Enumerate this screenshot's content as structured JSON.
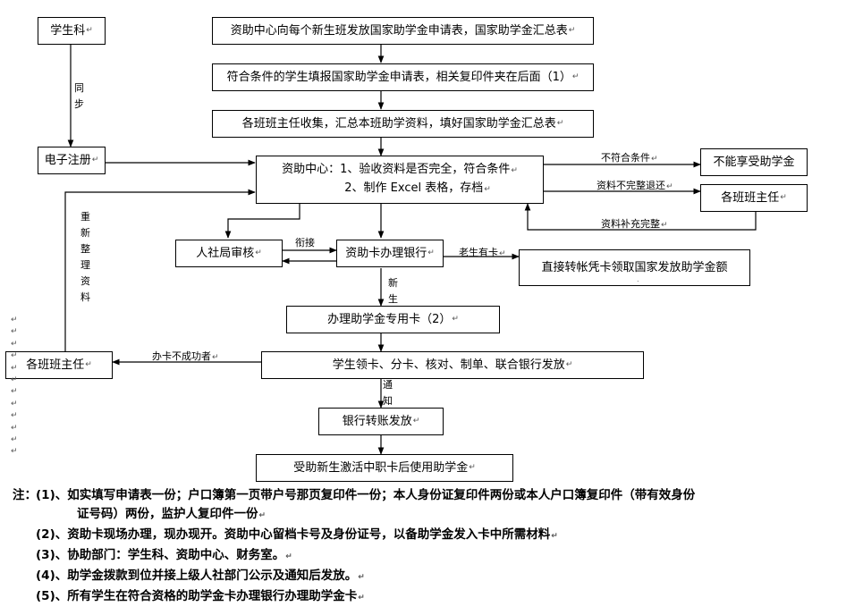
{
  "boxes": {
    "xueshengke": "学生科",
    "dianzi_zhuce": "电子注册",
    "ban_zhuren_left": "各班班主任",
    "step1": "资助中心向每个新生班发放国家助学金申请表，国家助学金汇总表",
    "step2": "符合条件的学生填报国家助学金申请表，相关复印件夹在后面（1）",
    "step3": "各班班主任收集，汇总本班助学资料，填好国家助学金汇总表",
    "center_line1": "资助中心：1、验收资料是否完全，符合条件",
    "center_line2": "2、制作 Excel 表格，存档",
    "buneng": "不能享受助学金",
    "ban_zhuren_right": "各班班主任",
    "renshe": "人社局审核",
    "banli_yinhang": "资助卡办理银行",
    "zhijie": "直接转帐凭卡领取国家发放助学金额",
    "zhuanyongka": "办理助学金专用卡（2）",
    "lingka": "学生领卡、分卡、核对、制单、联合银行发放",
    "zhuanzhang": "银行转账发放",
    "jihuo": "受助新生激活中职卡后使用助学金"
  },
  "labels": {
    "tongbu": [
      "同",
      "步"
    ],
    "chongxin": [
      "重",
      "新",
      "整",
      "理",
      "资",
      "料"
    ],
    "bufuhe": "不符合条件",
    "buwanzheng": "资料不完整退还",
    "buchong": "资料补充完整",
    "xianjie": "衔接",
    "laosheng": "老生有卡",
    "xinsheng": [
      "新",
      "生"
    ],
    "shibai": "办卡不成功者",
    "tongzhi": [
      "通",
      "知"
    ]
  },
  "para_mark": "↵",
  "notes": {
    "prefix": "注：",
    "n1": "(1)、如实填写申请表一份；户口簿第一页带户号那页复印件一份；本人身份证复印件两份或本人户口簿复印件（带有效身份",
    "n1_cont": "证号码）两份，监护人复印件一份",
    "n2": "(2)、资助卡现场办理，现办现开。资助中心留档卡号及身份证号，以备助学金发入卡中所需材料",
    "n3": "(3)、协助部门：学生科、资助中心、财务室。",
    "n4": "(4)、助学金拨款到位并接上级人社部门公示及通知后发放。",
    "n5": "(5)、所有学生在符合资格的助学金卡办理银行办理助学金卡"
  }
}
